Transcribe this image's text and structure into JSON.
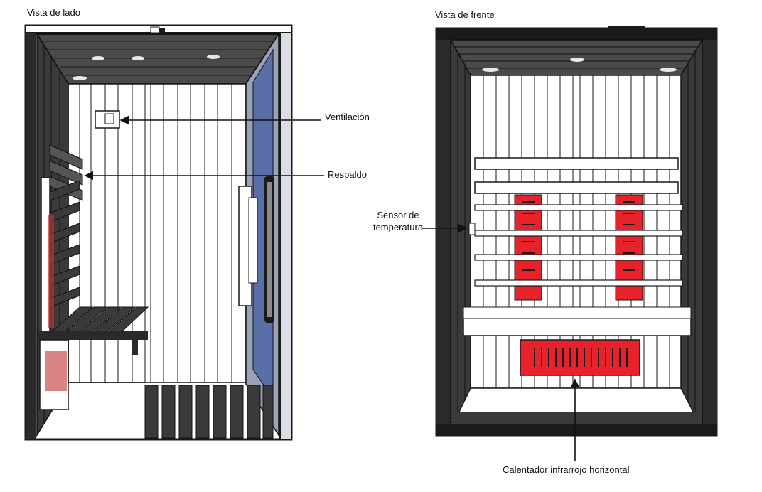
{
  "views": {
    "side_title": "Vista de lado",
    "front_title": "Vista de frente"
  },
  "labels": {
    "ventilation": "Ventilación",
    "backrest": "Respaldo",
    "temp_sensor_line1": "Sensor de",
    "temp_sensor_line2": "temperatura",
    "horizontal_heater": "Calentador infrarrojo horizontal"
  },
  "colors": {
    "frame": "#1a1a1a",
    "wood_dark": "#3a3a3a",
    "panel_light": "#ffffff",
    "heater_red": "#e8222a",
    "glass": "#5a6fa8"
  }
}
